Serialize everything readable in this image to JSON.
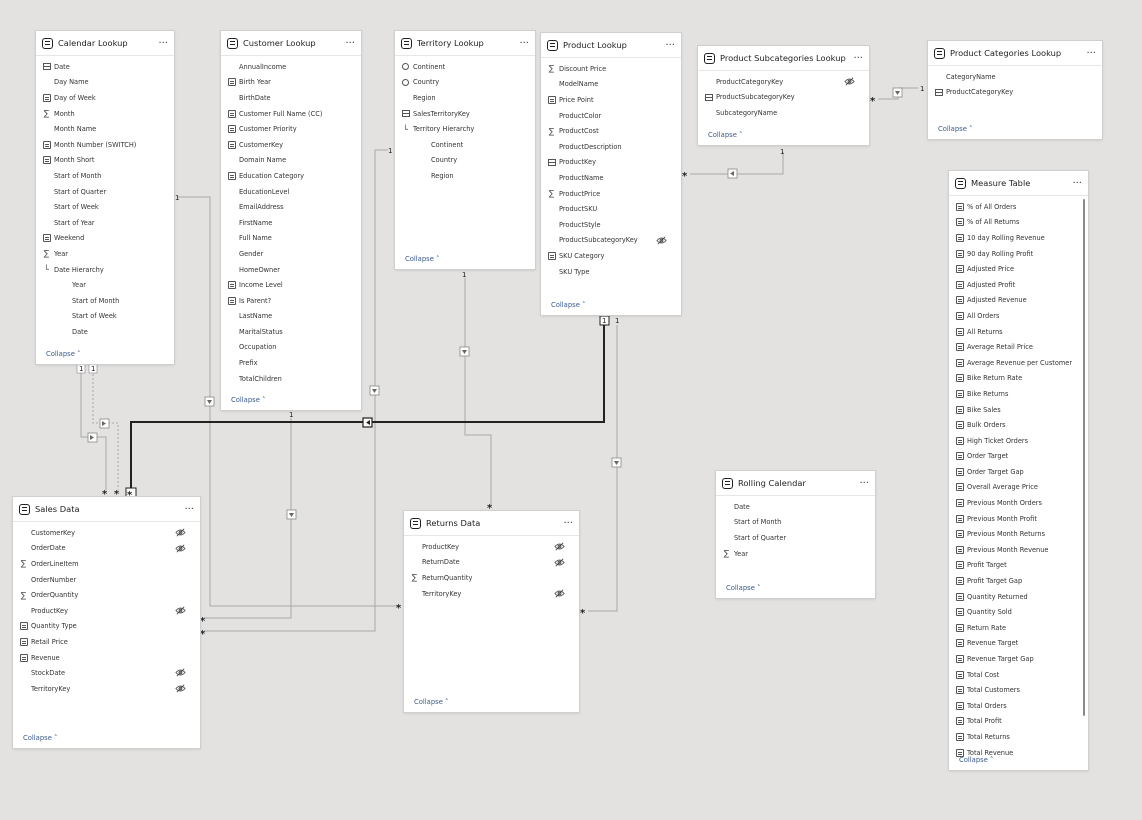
{
  "tables": {
    "calendar": {
      "title": "Calendar Lookup",
      "collapse": "Collapse",
      "fields": [
        {
          "name": "Date",
          "icon": "table-icon"
        },
        {
          "name": "Day Name",
          "icon": ""
        },
        {
          "name": "Day of Week",
          "icon": "calc-icon"
        },
        {
          "name": "Month",
          "icon": "sigma-icon"
        },
        {
          "name": "Month Name",
          "icon": ""
        },
        {
          "name": "Month Number (SWITCH)",
          "icon": "calc-icon"
        },
        {
          "name": "Month Short",
          "icon": "calc-icon"
        },
        {
          "name": "Start of Month",
          "icon": ""
        },
        {
          "name": "Start of Quarter",
          "icon": ""
        },
        {
          "name": "Start of Week",
          "icon": ""
        },
        {
          "name": "Start of Year",
          "icon": ""
        },
        {
          "name": "Weekend",
          "icon": "calc-icon"
        },
        {
          "name": "Year",
          "icon": "sigma-icon"
        },
        {
          "name": "Date Hierarchy",
          "icon": "hierarchy-icon"
        },
        {
          "name": "Year",
          "icon": "",
          "indent": true
        },
        {
          "name": "Start of Month",
          "icon": "",
          "indent": true
        },
        {
          "name": "Start of Week",
          "icon": "",
          "indent": true
        },
        {
          "name": "Date",
          "icon": "",
          "indent": true
        }
      ]
    },
    "customer": {
      "title": "Customer Lookup",
      "collapse": "Collapse",
      "fields": [
        {
          "name": "AnnualIncome",
          "icon": ""
        },
        {
          "name": "Birth Year",
          "icon": "calc-icon"
        },
        {
          "name": "BirthDate",
          "icon": ""
        },
        {
          "name": "Customer Full Name (CC)",
          "icon": "calc-icon"
        },
        {
          "name": "Customer Priority",
          "icon": "calc-icon"
        },
        {
          "name": "CustomerKey",
          "icon": "calc-icon"
        },
        {
          "name": "Domain Name",
          "icon": ""
        },
        {
          "name": "Education Category",
          "icon": "calc-icon"
        },
        {
          "name": "EducationLevel",
          "icon": ""
        },
        {
          "name": "EmailAddress",
          "icon": ""
        },
        {
          "name": "FirstName",
          "icon": ""
        },
        {
          "name": "Full Name",
          "icon": ""
        },
        {
          "name": "Gender",
          "icon": ""
        },
        {
          "name": "HomeOwner",
          "icon": ""
        },
        {
          "name": "Income Level",
          "icon": "calc-icon"
        },
        {
          "name": "Is Parent?",
          "icon": "calc-icon"
        },
        {
          "name": "LastName",
          "icon": ""
        },
        {
          "name": "MaritalStatus",
          "icon": ""
        },
        {
          "name": "Occupation",
          "icon": ""
        },
        {
          "name": "Prefix",
          "icon": ""
        },
        {
          "name": "TotalChildren",
          "icon": ""
        }
      ]
    },
    "territory": {
      "title": "Territory Lookup",
      "collapse": "Collapse",
      "fields": [
        {
          "name": "Continent",
          "icon": "globe-icon"
        },
        {
          "name": "Country",
          "icon": "globe-icon"
        },
        {
          "name": "Region",
          "icon": ""
        },
        {
          "name": "SalesTerritoryKey",
          "icon": "table-icon"
        },
        {
          "name": "Territory Hierarchy",
          "icon": "hierarchy-icon"
        },
        {
          "name": "Continent",
          "icon": "",
          "indent": true
        },
        {
          "name": "Country",
          "icon": "",
          "indent": true
        },
        {
          "name": "Region",
          "icon": "",
          "indent": true
        }
      ]
    },
    "product": {
      "title": "Product Lookup",
      "collapse": "Collapse",
      "fields": [
        {
          "name": "Discount Price",
          "icon": "sigma-icon"
        },
        {
          "name": "ModelName",
          "icon": ""
        },
        {
          "name": "Price Point",
          "icon": "calc-icon"
        },
        {
          "name": "ProductColor",
          "icon": ""
        },
        {
          "name": "ProductCost",
          "icon": "sigma-icon"
        },
        {
          "name": "ProductDescription",
          "icon": ""
        },
        {
          "name": "ProductKey",
          "icon": "table-icon"
        },
        {
          "name": "ProductName",
          "icon": ""
        },
        {
          "name": "ProductPrice",
          "icon": "sigma-icon"
        },
        {
          "name": "ProductSKU",
          "icon": ""
        },
        {
          "name": "ProductStyle",
          "icon": ""
        },
        {
          "name": "ProductSubcategoryKey",
          "icon": "",
          "hidden": true
        },
        {
          "name": "SKU Category",
          "icon": "calc-icon"
        },
        {
          "name": "SKU Type",
          "icon": ""
        }
      ]
    },
    "subcategories": {
      "title": "Product Subcategories Lookup",
      "collapse": "Collapse",
      "fields": [
        {
          "name": "ProductCategoryKey",
          "icon": "",
          "hidden": true
        },
        {
          "name": "ProductSubcategoryKey",
          "icon": "table-icon"
        },
        {
          "name": "SubcategoryName",
          "icon": ""
        }
      ]
    },
    "categories": {
      "title": "Product Categories Lookup",
      "collapse": "Collapse",
      "fields": [
        {
          "name": "CategoryName",
          "icon": ""
        },
        {
          "name": "ProductCategoryKey",
          "icon": "table-icon"
        }
      ]
    },
    "sales": {
      "title": "Sales Data",
      "collapse": "Collapse",
      "fields": [
        {
          "name": "CustomerKey",
          "icon": "",
          "hidden": true
        },
        {
          "name": "OrderDate",
          "icon": "",
          "hidden": true
        },
        {
          "name": "OrderLineItem",
          "icon": "sigma-icon"
        },
        {
          "name": "OrderNumber",
          "icon": ""
        },
        {
          "name": "OrderQuantity",
          "icon": "sigma-icon"
        },
        {
          "name": "ProductKey",
          "icon": "",
          "hidden": true
        },
        {
          "name": "Quantity Type",
          "icon": "calc-icon"
        },
        {
          "name": "Retail Price",
          "icon": "calc-icon"
        },
        {
          "name": "Revenue",
          "icon": "calc-icon"
        },
        {
          "name": "StockDate",
          "icon": "",
          "hidden": true
        },
        {
          "name": "TerritoryKey",
          "icon": "",
          "hidden": true
        }
      ]
    },
    "returns": {
      "title": "Returns Data",
      "collapse": "Collapse",
      "fields": [
        {
          "name": "ProductKey",
          "icon": "",
          "hidden": true
        },
        {
          "name": "ReturnDate",
          "icon": "",
          "hidden": true
        },
        {
          "name": "ReturnQuantity",
          "icon": "sigma-icon"
        },
        {
          "name": "TerritoryKey",
          "icon": "",
          "hidden": true
        }
      ]
    },
    "rolling": {
      "title": "Rolling Calendar",
      "collapse": "Collapse",
      "fields": [
        {
          "name": "Date",
          "icon": ""
        },
        {
          "name": "Start of Month",
          "icon": ""
        },
        {
          "name": "Start of Quarter",
          "icon": ""
        },
        {
          "name": "Year",
          "icon": "sigma-icon"
        }
      ]
    },
    "measures": {
      "title": "Measure Table",
      "collapse": "Collapse",
      "fields": [
        {
          "name": "% of All Orders",
          "icon": "calc-icon"
        },
        {
          "name": "% of All Returns",
          "icon": "calc-icon"
        },
        {
          "name": "10 day Rolling Revenue",
          "icon": "calc-icon"
        },
        {
          "name": "90 day Rolling Profit",
          "icon": "calc-icon"
        },
        {
          "name": "Adjusted Price",
          "icon": "calc-icon"
        },
        {
          "name": "Adjusted Profit",
          "icon": "calc-icon"
        },
        {
          "name": "Adjusted Revenue",
          "icon": "calc-icon"
        },
        {
          "name": "All Orders",
          "icon": "calc-icon"
        },
        {
          "name": "All Returns",
          "icon": "calc-icon"
        },
        {
          "name": "Average Retail Price",
          "icon": "calc-icon"
        },
        {
          "name": "Average Revenue per Customer",
          "icon": "calc-icon"
        },
        {
          "name": "Bike Return Rate",
          "icon": "calc-icon"
        },
        {
          "name": "Bike Returns",
          "icon": "calc-icon"
        },
        {
          "name": "Bike Sales",
          "icon": "calc-icon"
        },
        {
          "name": "Bulk Orders",
          "icon": "calc-icon"
        },
        {
          "name": "High Ticket Orders",
          "icon": "calc-icon"
        },
        {
          "name": "Order Target",
          "icon": "calc-icon"
        },
        {
          "name": "Order Target Gap",
          "icon": "calc-icon"
        },
        {
          "name": "Overall Average Price",
          "icon": "calc-icon"
        },
        {
          "name": "Previous Month Orders",
          "icon": "calc-icon"
        },
        {
          "name": "Previous Month Profit",
          "icon": "calc-icon"
        },
        {
          "name": "Previous Month Returns",
          "icon": "calc-icon"
        },
        {
          "name": "Previous Month Revenue",
          "icon": "calc-icon"
        },
        {
          "name": "Profit Target",
          "icon": "calc-icon"
        },
        {
          "name": "Profit Target Gap",
          "icon": "calc-icon"
        },
        {
          "name": "Quantity Returned",
          "icon": "calc-icon"
        },
        {
          "name": "Quantity Sold",
          "icon": "calc-icon"
        },
        {
          "name": "Return Rate",
          "icon": "calc-icon"
        },
        {
          "name": "Revenue Target",
          "icon": "calc-icon"
        },
        {
          "name": "Revenue Target Gap",
          "icon": "calc-icon"
        },
        {
          "name": "Total Cost",
          "icon": "calc-icon"
        },
        {
          "name": "Total Customers",
          "icon": "calc-icon"
        },
        {
          "name": "Total Orders",
          "icon": "calc-icon"
        },
        {
          "name": "Total Profit",
          "icon": "calc-icon"
        },
        {
          "name": "Total Returns",
          "icon": "calc-icon"
        },
        {
          "name": "Total Revenue",
          "icon": "calc-icon"
        }
      ]
    }
  },
  "card_menu": "···",
  "cardinality": {
    "one": "1",
    "many": "*"
  },
  "colors": {
    "canvas": "#e3e2e0",
    "line": "#a8a8a8",
    "active_line": "#222222",
    "link": "#3a5a8c"
  }
}
